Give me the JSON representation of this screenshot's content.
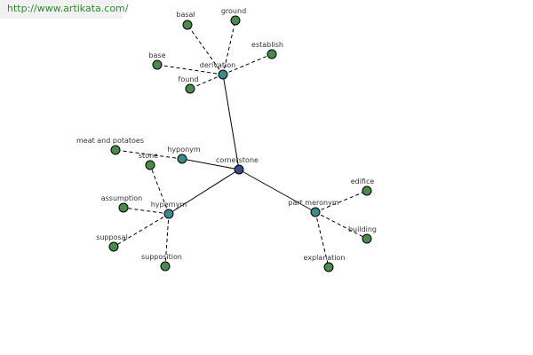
{
  "watermark": {
    "text": "http://www.artikata.com/"
  },
  "colors": {
    "root": "#3a4a8a",
    "category": "#3d8a8a",
    "leaf": "#4a8a4a",
    "watermark_text": "#2d8a2d",
    "watermark_bg": "#f1f1f1"
  },
  "graph": {
    "nodes": [
      {
        "id": "cornerstone",
        "label": "cornerstone",
        "kind": "root"
      },
      {
        "id": "derivation",
        "label": "derivation",
        "kind": "category"
      },
      {
        "id": "hyponym",
        "label": "hyponym",
        "kind": "category"
      },
      {
        "id": "hypernym",
        "label": "hypernym",
        "kind": "category"
      },
      {
        "id": "part-meronym",
        "label": "part meronym",
        "kind": "category"
      },
      {
        "id": "basal",
        "label": "basal",
        "kind": "leaf"
      },
      {
        "id": "ground",
        "label": "ground",
        "kind": "leaf"
      },
      {
        "id": "establish",
        "label": "establish",
        "kind": "leaf"
      },
      {
        "id": "base",
        "label": "base",
        "kind": "leaf"
      },
      {
        "id": "found",
        "label": "found",
        "kind": "leaf"
      },
      {
        "id": "meat-and-potatoes",
        "label": "meat and potatoes",
        "kind": "leaf"
      },
      {
        "id": "stone",
        "label": "stone",
        "kind": "leaf"
      },
      {
        "id": "assumption",
        "label": "assumption",
        "kind": "leaf"
      },
      {
        "id": "supposal",
        "label": "supposal",
        "kind": "leaf"
      },
      {
        "id": "supposition",
        "label": "supposition",
        "kind": "leaf"
      },
      {
        "id": "edifice",
        "label": "edifice",
        "kind": "leaf"
      },
      {
        "id": "building",
        "label": "building",
        "kind": "leaf"
      },
      {
        "id": "explanation",
        "label": "explanation",
        "kind": "leaf"
      }
    ],
    "edges": [
      {
        "from": "cornerstone",
        "to": "derivation",
        "style": "solid"
      },
      {
        "from": "cornerstone",
        "to": "hyponym",
        "style": "solid"
      },
      {
        "from": "cornerstone",
        "to": "hypernym",
        "style": "solid"
      },
      {
        "from": "cornerstone",
        "to": "part-meronym",
        "style": "solid"
      },
      {
        "from": "derivation",
        "to": "basal",
        "style": "dashed"
      },
      {
        "from": "derivation",
        "to": "ground",
        "style": "dashed"
      },
      {
        "from": "derivation",
        "to": "establish",
        "style": "dashed"
      },
      {
        "from": "derivation",
        "to": "base",
        "style": "dashed"
      },
      {
        "from": "derivation",
        "to": "found",
        "style": "dashed"
      },
      {
        "from": "hyponym",
        "to": "meat-and-potatoes",
        "style": "dashed"
      },
      {
        "from": "hypernym",
        "to": "stone",
        "style": "dashed"
      },
      {
        "from": "hypernym",
        "to": "assumption",
        "style": "dashed"
      },
      {
        "from": "hypernym",
        "to": "supposal",
        "style": "dashed"
      },
      {
        "from": "hypernym",
        "to": "supposition",
        "style": "dashed"
      },
      {
        "from": "part-meronym",
        "to": "edifice",
        "style": "dashed"
      },
      {
        "from": "part-meronym",
        "to": "building",
        "style": "dashed"
      },
      {
        "from": "part-meronym",
        "to": "explanation",
        "style": "dashed"
      }
    ]
  }
}
